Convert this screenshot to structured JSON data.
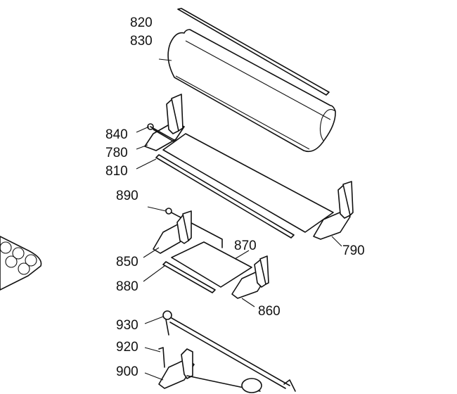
{
  "callouts": {
    "c820": "820",
    "c830": "830",
    "c840": "840",
    "c780": "780",
    "c810": "810",
    "c890": "890",
    "c790": "790",
    "c870": "870",
    "c850": "850",
    "c880": "880",
    "c860": "860",
    "c930": "930",
    "c920": "920",
    "c900": "900"
  },
  "colors": {
    "ink": "#111111",
    "background": "#ffffff"
  }
}
